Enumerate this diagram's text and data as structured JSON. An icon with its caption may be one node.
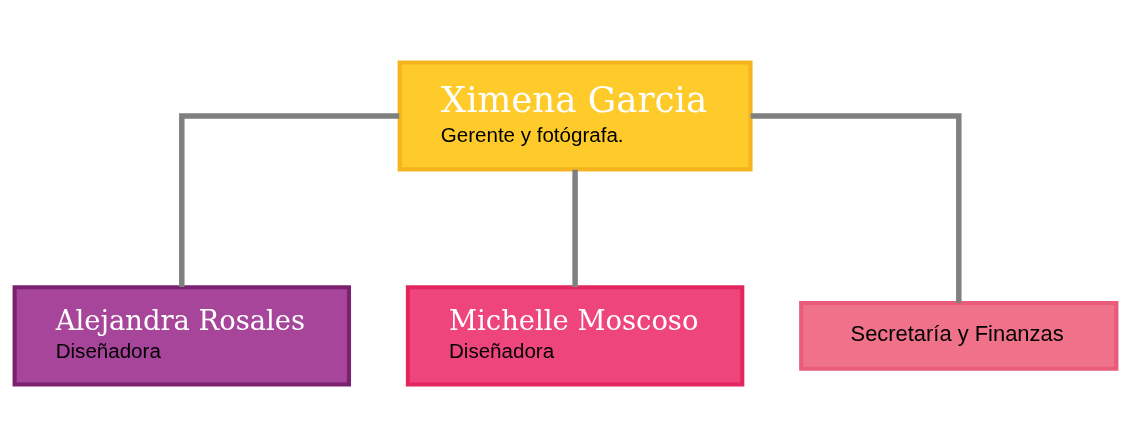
{
  "diagram": {
    "nodes": [
      {
        "text": [
          "Ximena Garcia",
          "Gerente y fotógrafa."
        ]
      },
      {
        "text": [
          "Alejandra Rosales",
          "Diseñadora"
        ]
      },
      {
        "text": [
          "Michelle Moscoso",
          "Diseñadora"
        ]
      },
      {
        "text": [
          "Secretaría y Finanzas"
        ]
      }
    ],
    "edges": [
      {
        "from": 0,
        "to": 1,
        "arrow": "none"
      },
      {
        "from": 0,
        "to": 2,
        "arrow": "none"
      },
      {
        "from": 0,
        "to": 3,
        "arrow": "none"
      }
    ]
  }
}
